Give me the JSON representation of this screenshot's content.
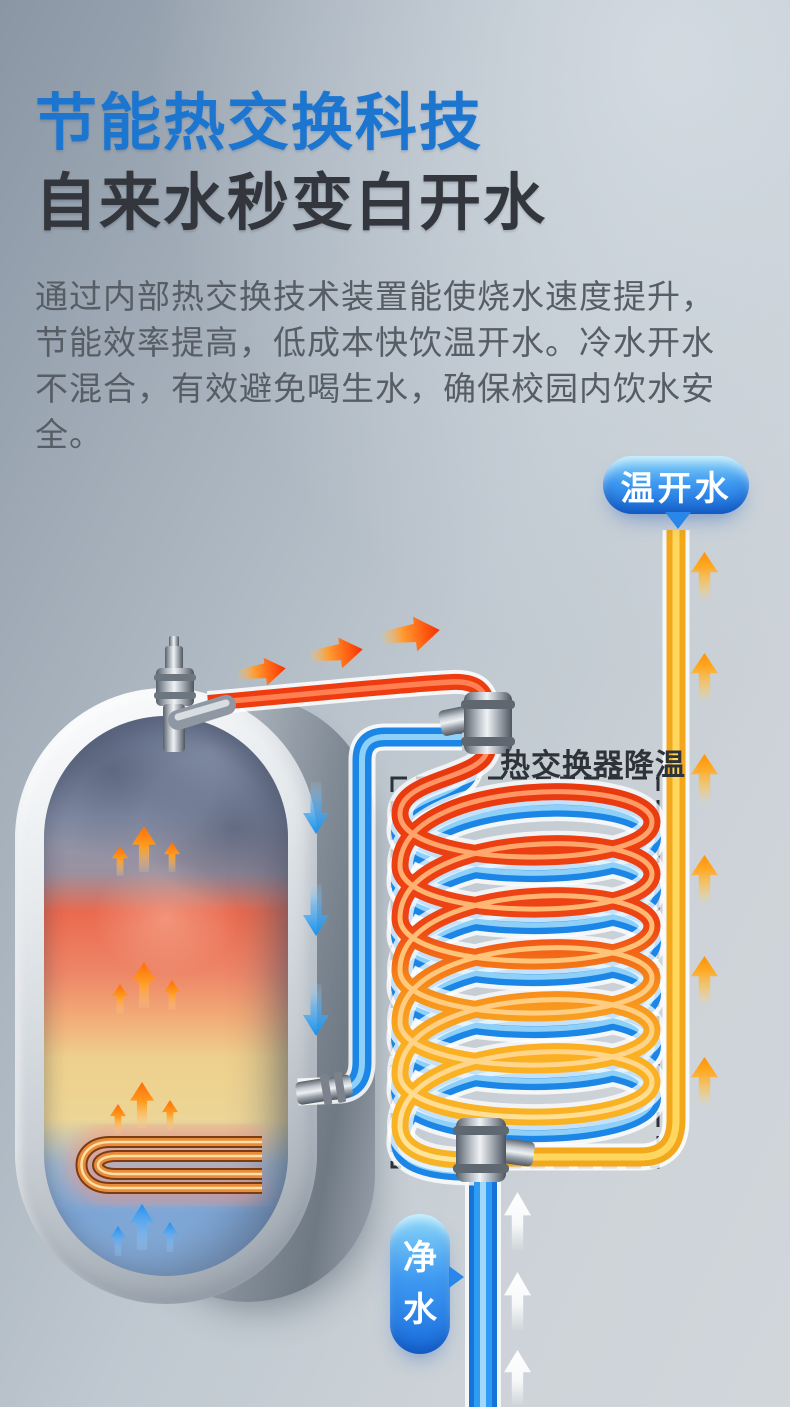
{
  "header": {
    "title": "节能热交换科技",
    "subtitle": "自来水秒变白开水",
    "title_color": "#1c76d0",
    "subtitle_color": "#33373d",
    "description_lines": [
      "通过内部热交换技术装置能使烧水速度提升，",
      "节能效率提高，低成本快饮温开水。冷水开水",
      "不混合，有效避免喝生水，确保校园内饮水安全。"
    ]
  },
  "diagram": {
    "warm_water_label": "温开水",
    "pure_water_label": "净水",
    "heat_exchanger_label": "热交换器降温",
    "colors": {
      "hot_pipe": "#ee3c10",
      "cold_pipe": "#1b86e6",
      "warm_pipe": "#f3a81c",
      "label_bubble": "#2b86e9",
      "dashed_box": "#2c3137"
    },
    "icons": {
      "hot_outflow": "right-arrow-icon",
      "warm_outflow": "up-arrow-icon",
      "cold_feed": "down-arrow-icon",
      "pure_inflow": "up-arrow-icon",
      "tank_heat_rise": "up-arrow-icon"
    }
  }
}
